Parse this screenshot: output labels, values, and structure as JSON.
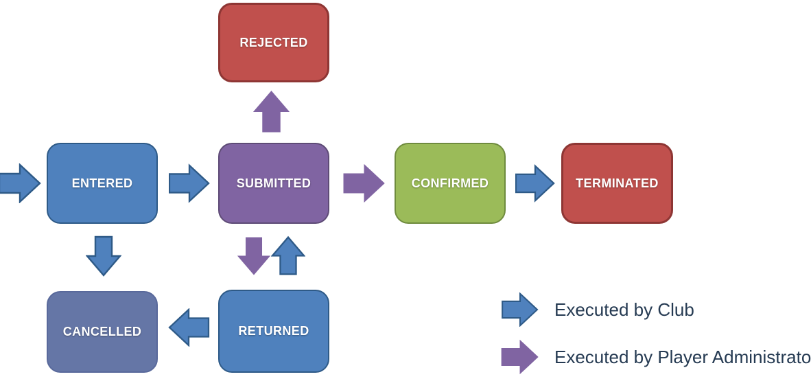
{
  "palette": {
    "background": "#ffffff",
    "club_blue": "#4f81bd",
    "club_blue_dark": "#2e5a87",
    "admin_purple": "#8064a2",
    "admin_purple_dark": "#5e4b76",
    "state_red": "#c0504d",
    "state_red_dark": "#8e3634",
    "state_green": "#9bbb59",
    "state_green_dark": "#6f8b3e",
    "state_slate": "#6576a6",
    "state_slate_dark": "#59699b",
    "legend_text": "#253a52"
  },
  "nodes": {
    "rejected": {
      "label": "REJECTED",
      "color_role": "red"
    },
    "entered": {
      "label": "ENTERED",
      "color_role": "blue"
    },
    "submitted": {
      "label": "SUBMITTED",
      "color_role": "purple"
    },
    "confirmed": {
      "label": "CONFIRMED",
      "color_role": "green"
    },
    "terminated": {
      "label": "TERMINATED",
      "color_role": "red"
    },
    "cancelled": {
      "label": "CANCELLED",
      "color_role": "slate"
    },
    "returned": {
      "label": "RETURNED",
      "color_role": "blue"
    }
  },
  "edges": [
    {
      "from": "start",
      "to": "entered",
      "actor": "club"
    },
    {
      "from": "entered",
      "to": "submitted",
      "actor": "club"
    },
    {
      "from": "submitted",
      "to": "rejected",
      "actor": "player_administrator"
    },
    {
      "from": "submitted",
      "to": "confirmed",
      "actor": "player_administrator"
    },
    {
      "from": "confirmed",
      "to": "terminated",
      "actor": "club"
    },
    {
      "from": "entered",
      "to": "cancelled",
      "actor": "club"
    },
    {
      "from": "submitted",
      "to": "returned",
      "actor": "player_administrator"
    },
    {
      "from": "returned",
      "to": "submitted",
      "actor": "club"
    },
    {
      "from": "returned",
      "to": "cancelled",
      "actor": "club"
    }
  ],
  "legend": {
    "club": {
      "label": "Executed by Club"
    },
    "player_admin": {
      "label": "Executed by Player Administrator"
    }
  }
}
